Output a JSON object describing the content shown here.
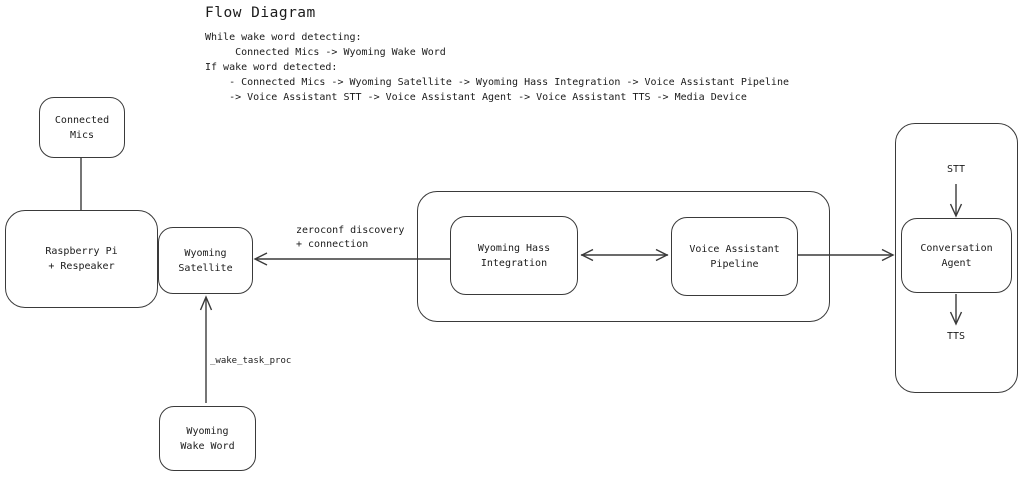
{
  "title": "Flow Diagram",
  "description": {
    "lines": [
      "While wake word detecting:",
      "     Connected Mics -> Wyoming Wake Word",
      "If wake word detected:",
      "    - Connected Mics -> Wyoming Satellite -> Wyoming Hass Integration -> Voice Assistant Pipeline",
      "    -> Voice Assistant STT -> Voice Assistant Agent -> Voice Assistant TTS -> Media Device"
    ]
  },
  "nodes": {
    "connected_mics": {
      "label": "Connected\nMics"
    },
    "raspberry_pi": {
      "label": "Raspberry Pi\n+ Respeaker"
    },
    "wyoming_satellite": {
      "label": "Wyoming\nSatellite"
    },
    "wyoming_hass_integration": {
      "label": "Wyoming Hass\nIntegration"
    },
    "voice_assistant_pipeline": {
      "label": "Voice Assistant\nPipeline"
    },
    "conversation_agent": {
      "label": "Conversation\nAgent"
    },
    "wyoming_wake_word": {
      "label": "Wyoming\nWake Word"
    }
  },
  "edge_labels": {
    "zeroconf": "zeroconf discovery\n+ connection",
    "wake_task_proc": "_wake_task_proc",
    "stt": "STT",
    "tts": "TTS"
  },
  "colors": {
    "bg": "#ffffff",
    "stroke": "#3a3a3a",
    "text": "#1b1b1b"
  }
}
